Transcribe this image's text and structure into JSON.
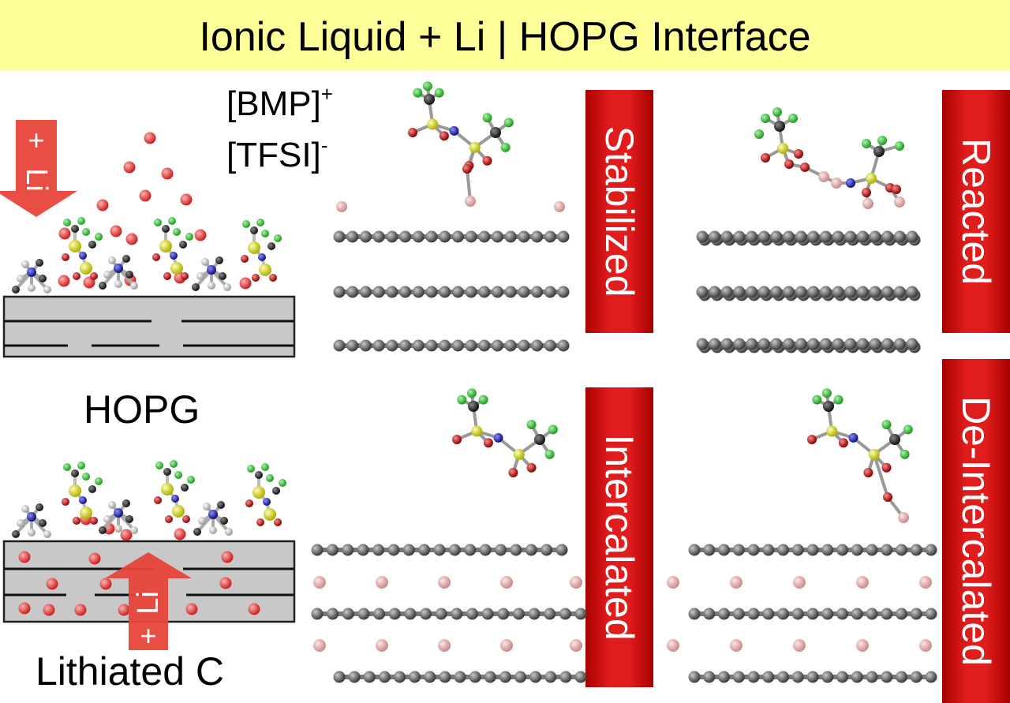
{
  "title": "Ionic Liquid + Li | HOPG Interface",
  "ions": {
    "cation": "[BMP]",
    "cation_charge": "+",
    "anion": "[TFSI]",
    "anion_charge": "-"
  },
  "labels": {
    "hopg": "HOPG",
    "lithiated": "Lithiated C"
  },
  "arrows": {
    "li_symbol": "Li",
    "plus": "+"
  },
  "states": {
    "stabilized": "Stabilized",
    "reacted": "Reacted",
    "intercalated": "Intercalated",
    "deintercalated": "De-Intercalated"
  },
  "colors": {
    "title_bg": "#ffff99",
    "state_box": "#e01c1c",
    "arrow": "#e8443a",
    "li_ion": "#e33a3a",
    "li_atom": "#e8a7a7",
    "carbon": "#555555",
    "fluorine": "#33cc33",
    "sulfur": "#e6e633",
    "nitrogen": "#2222cc",
    "oxygen": "#cc1111",
    "graphite": "#c8c8c8"
  }
}
